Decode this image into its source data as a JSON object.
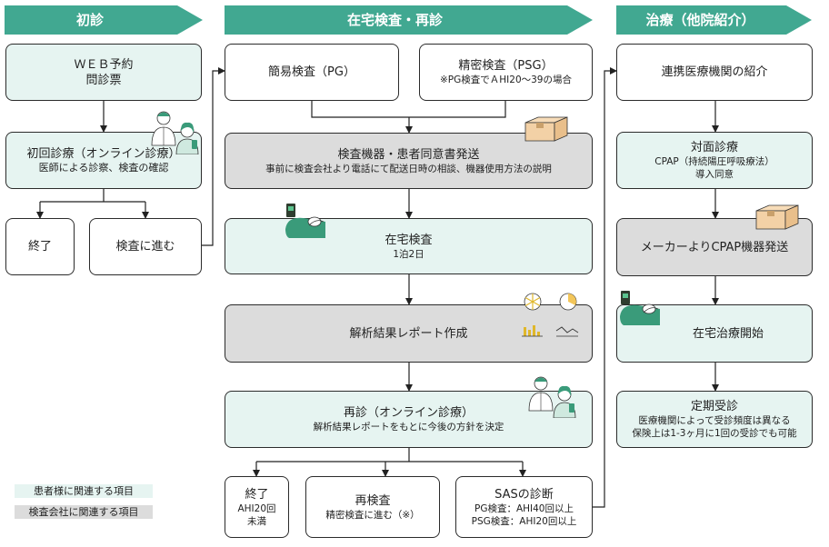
{
  "headers": {
    "col1": "初診",
    "col2": "在宅検査・再診",
    "col3": "治療（他院紹介）"
  },
  "col1": {
    "web_booking": {
      "line1": "ＷＥＢ予約",
      "line2": "問診票"
    },
    "first_visit": {
      "title": "初回診療（オンライン診療）",
      "sub": "医師による診察、検査の確認"
    },
    "end": "終了",
    "proceed": "検査に進む"
  },
  "col2": {
    "pg": "簡易検査（PG）",
    "psg": {
      "title": "精密検査（PSG）",
      "sub": "※PG検査でＡHI20～39の場合"
    },
    "ship": {
      "title": "検査機器・患者同意書発送",
      "sub": "事前に検査会社より電話にて配送日時の相談、機器使用方法の説明"
    },
    "home_test": {
      "title": "在宅検査",
      "sub": "1泊2日"
    },
    "report": "解析結果レポート作成",
    "revisit": {
      "title": "再診（オンライン診療）",
      "sub": "解析結果レポートをもとに今後の方針を決定"
    },
    "end": {
      "title": "終了",
      "sub1": "AHI20回",
      "sub2": "未満"
    },
    "retest": {
      "title": "再検査",
      "sub": "精密検査に進む（※）"
    },
    "sas": {
      "title": "SASの診断",
      "sub1": "PG検査：AHI40回以上",
      "sub2": "PSG検査：AHI20回以上"
    }
  },
  "col3": {
    "referral": "連携医療機関の紹介",
    "face": {
      "title": "対面診療",
      "sub1": "CPAP（持続陽圧呼吸療法）",
      "sub2": "導入同意"
    },
    "maker": "メーカーよりCPAP機器発送",
    "home_treat": "在宅治療開始",
    "regular": {
      "title": "定期受診",
      "sub1": "医療機関によって受診頻度は異なる",
      "sub2": "保険上は1-3ヶ月に1回の受診でも可能"
    }
  },
  "legend": {
    "patient": "患者様に関連する項目",
    "company": "検査会社に関連する項目"
  },
  "colors": {
    "header": "#41a891",
    "mint": "#e6f4f1",
    "gray": "#dcdcdc",
    "icon_green": "#3a9b7a",
    "box_tan": "#f3d1a6"
  },
  "icons": [
    "doctor-patient-icon",
    "package-icon",
    "sleeping-patient-icon",
    "analysis-charts-icon"
  ]
}
